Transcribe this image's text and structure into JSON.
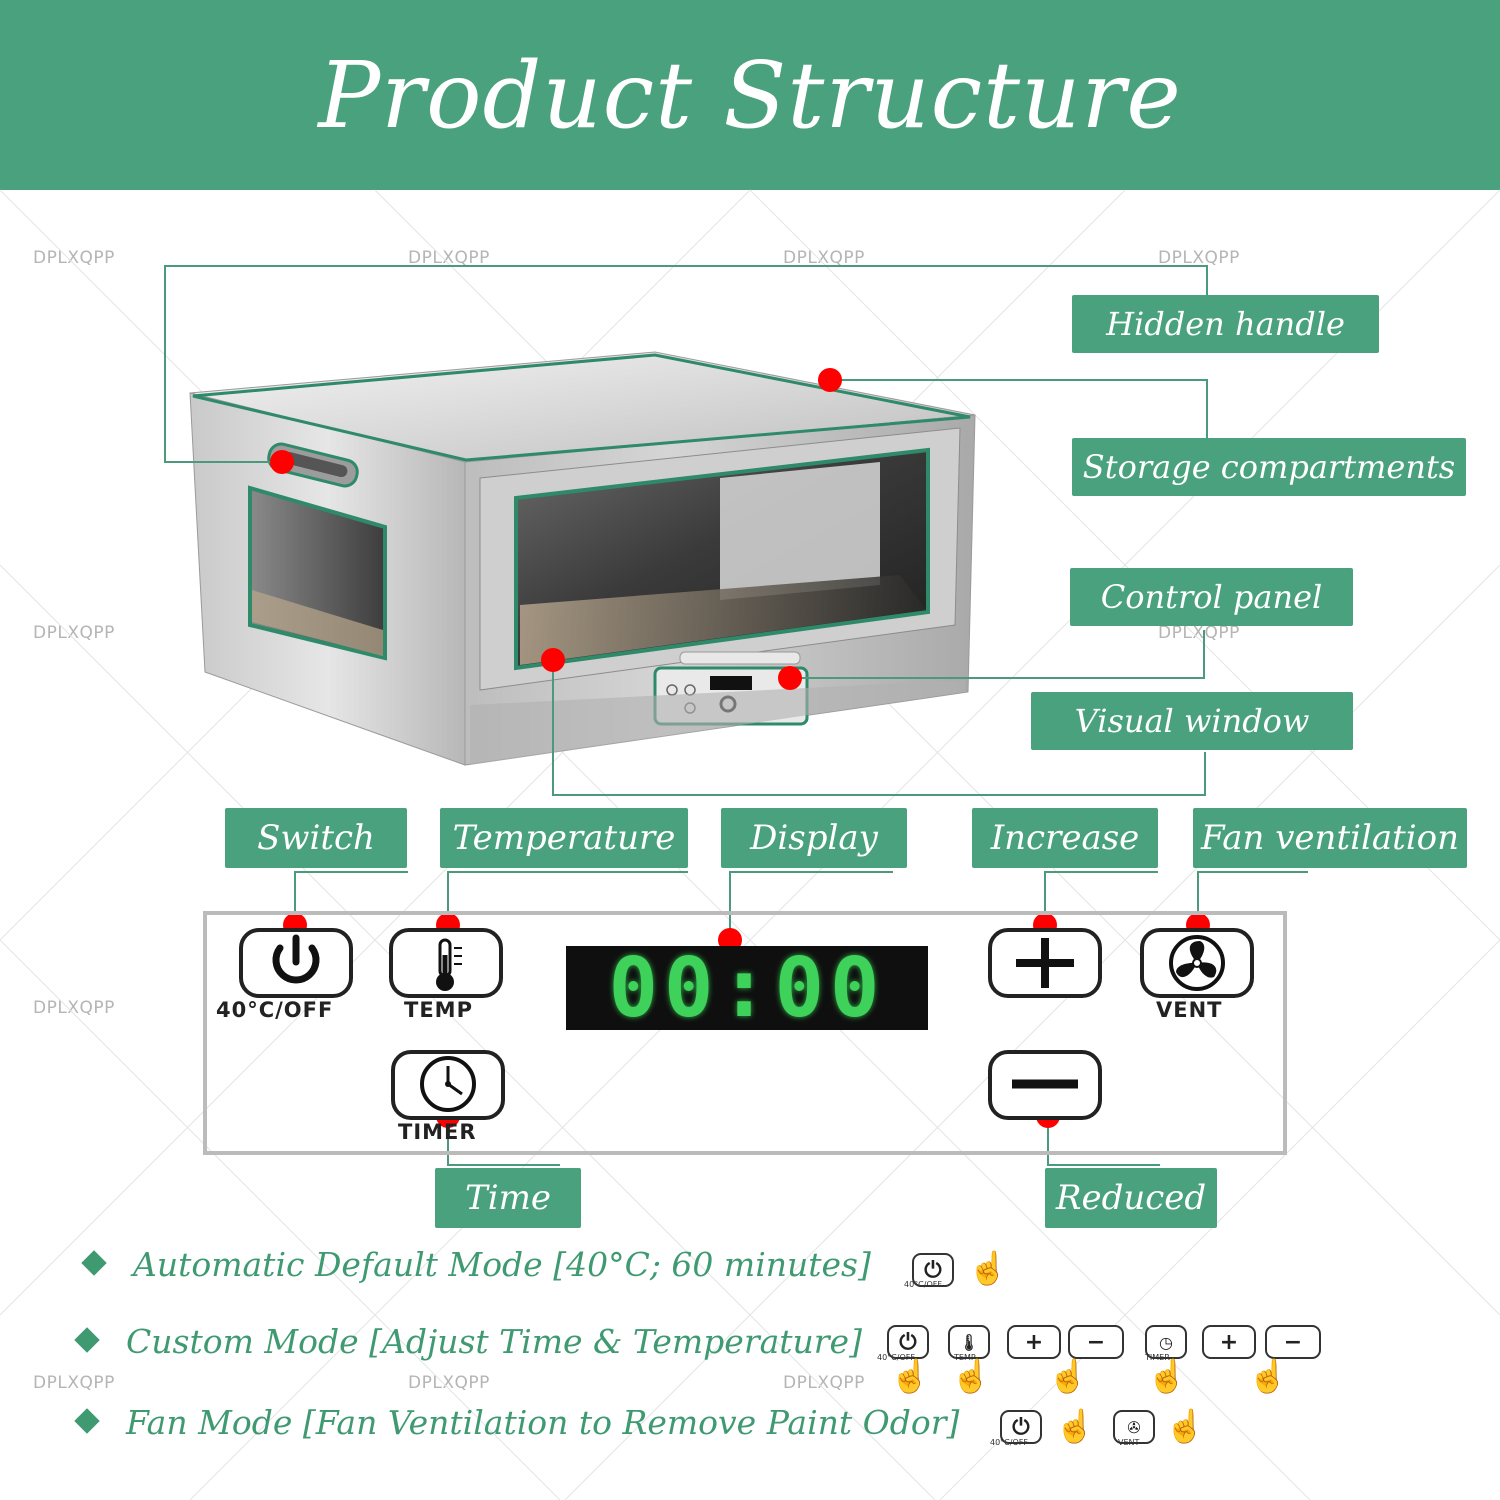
{
  "title": "Product Structure",
  "watermark": "DPLXQPP",
  "colors": {
    "header": "#49a27d",
    "accent": "#49a27d",
    "marker": "#ff0000",
    "display_digits": "#3fd25a"
  },
  "callouts": {
    "hidden_handle": "Hidden handle",
    "storage_compartments": "Storage compartments",
    "control_panel": "Control panel",
    "visual_window": "Visual window",
    "switch": "Switch",
    "temperature": "Temperature",
    "display": "Display",
    "increase": "Increase",
    "fan_ventilation": "Fan ventilation",
    "time": "Time",
    "reduced": "Reduced"
  },
  "panel": {
    "display_value": "00:00",
    "power_label": "40°C/OFF",
    "temp_label": "TEMP",
    "vent_label": "VENT",
    "timer_label": "TIMER",
    "icons": [
      "power-icon",
      "thermometer-icon",
      "plus-icon",
      "fan-icon",
      "clock-icon",
      "minus-icon"
    ]
  },
  "modes": [
    {
      "text": "Automatic Default Mode [40°C; 60 minutes]"
    },
    {
      "text": "Custom Mode [Adjust Time & Temperature]"
    },
    {
      "text": "Fan Mode [Fan Ventilation to Remove Paint Odor]"
    }
  ],
  "mini_labels": {
    "power": "40°C/OFF",
    "temp": "TEMP",
    "timer": "TIMER",
    "vent": "VENT",
    "plus": "+",
    "minus": "−",
    "hand": "☝"
  }
}
